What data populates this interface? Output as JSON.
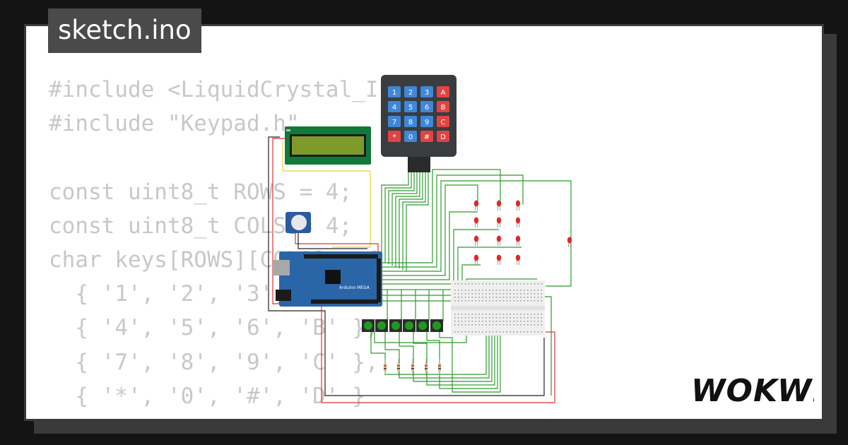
{
  "file_tab": {
    "label": "sketch.ino"
  },
  "code_lines": [
    "#include <LiquidCrystal_I",
    "#include \"Keypad.h\"",
    "",
    "const uint8_t ROWS = 4;",
    "const uint8_t COLS = 4;",
    "char keys[ROWS][COLS] = {",
    "  { '1', '2', '3', 'A' },",
    "  { '4', '5', '6', 'B' },",
    "  { '7', '8', '9', 'C' },",
    "  { '*', '0', '#', 'D' }",
    "};"
  ],
  "keypad": {
    "keys": [
      "1",
      "2",
      "3",
      "A",
      "4",
      "5",
      "6",
      "B",
      "7",
      "8",
      "9",
      "C",
      "*",
      "0",
      "#",
      "D"
    ],
    "colors": {
      "digit": "#3f87d8",
      "letter": "#e04343",
      "body": "#3a3c40"
    }
  },
  "board": {
    "label": "Arduino MEGA",
    "color": "#2a65a8"
  },
  "logo": {
    "text": "WOKWi",
    "icon": "wokwi-logo"
  },
  "colors": {
    "wire_green": "#2e9a2e",
    "wire_red": "#dd3333",
    "wire_black": "#222222",
    "wire_yellow": "#e8d23a",
    "lcd_green": "#0f7a3a"
  }
}
